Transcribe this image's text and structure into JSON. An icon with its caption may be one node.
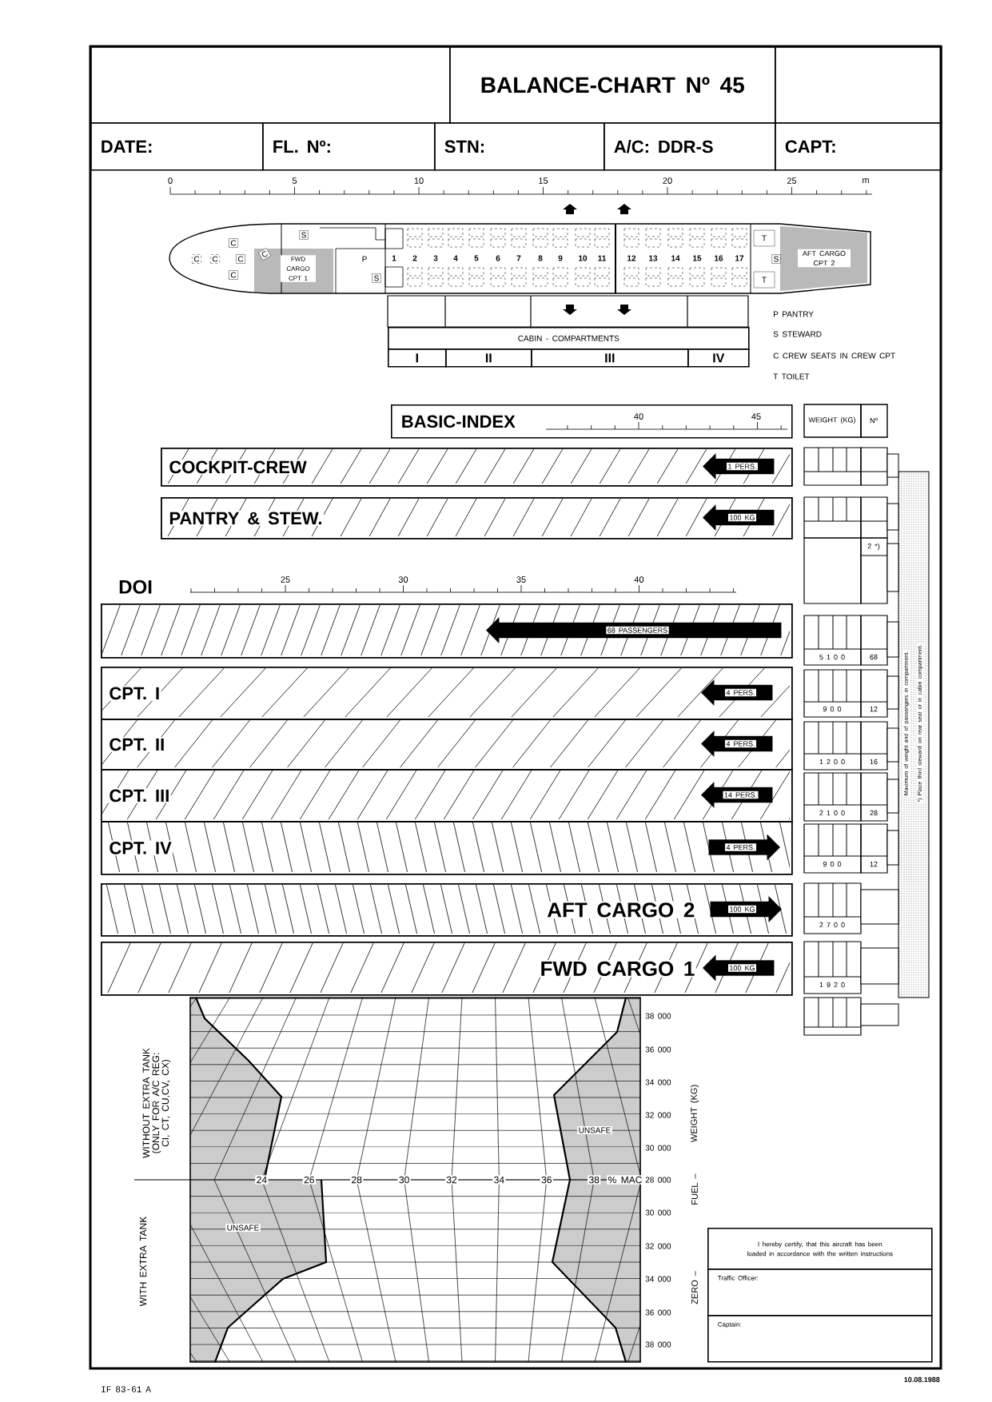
{
  "diagram": {
    "nodes": [
      {
        "text": [],
        "shape": "box"
      },
      {
        "text": [
          "BALANCE-CHART Nº 45"
        ]
      },
      {
        "text": [],
        "shape": "box"
      },
      {
        "text": [
          "DATE:"
        ]
      },
      {
        "text": [
          "FL. Nº:"
        ]
      },
      {
        "text": [
          "STN:"
        ]
      },
      {
        "text": [
          "A/C: DDR-S"
        ]
      },
      {
        "text": [
          "CAPT:"
        ]
      },
      {
        "text": [
          "CABIN - COMPARTMENTS"
        ]
      },
      {
        "text": [
          "I"
        ]
      },
      {
        "text": [
          "II"
        ]
      },
      {
        "text": [
          "III"
        ]
      },
      {
        "text": [
          "IV"
        ]
      },
      {
        "text": [
          "BASIC-INDEX"
        ]
      },
      {
        "text": [
          "COCKPIT-CREW"
        ]
      },
      {
        "text": [
          "1 PERS."
        ],
        "in": 14
      },
      {
        "text": [
          "PANTRY & STEW."
        ]
      },
      {
        "text": [
          "100 KG"
        ],
        "in": 16
      },
      {
        "text": [
          "DOI"
        ]
      },
      {
        "text": [
          "68 PASSENGERS"
        ],
        "in": 18
      },
      {
        "text": [
          "CPT. I"
        ]
      },
      {
        "text": [
          "4 PERS."
        ],
        "in": 20
      },
      {
        "text": [
          "CPT. II"
        ]
      },
      {
        "text": [
          "4 PERS."
        ],
        "in": 22
      },
      {
        "text": [
          "CPT. III"
        ]
      },
      {
        "text": [
          "14 PERS."
        ],
        "in": 24
      },
      {
        "text": [
          "CPT. IV"
        ]
      },
      {
        "text": [
          "4 PERS."
        ],
        "in": 26
      },
      {
        "text": [
          "AFT CARGO 2"
        ]
      },
      {
        "text": [
          "100 KG"
        ],
        "in": 28
      },
      {
        "text": [
          "FWD CARGO 1"
        ]
      },
      {
        "text": [
          "100 KG"
        ],
        "in": 30
      },
      {
        "text": [
          "I hereby certify, that this aircraft has been loaded in accordance with the written instructions"
        ]
      },
      {
        "text": [
          "Traffic Officer:"
        ]
      },
      {
        "text": [
          "Captain:"
        ]
      }
    ],
    "labels": [
      "0",
      "5",
      "10",
      "15",
      "20",
      "25",
      "m",
      "C",
      "S",
      "T",
      "C",
      "C",
      "C",
      "C",
      "FWD CARGO CPT 1",
      "P",
      "1",
      "2",
      "3",
      "4",
      "5",
      "6",
      "7",
      "8",
      "9",
      "10",
      "11",
      "12",
      "13",
      "14",
      "15",
      "16",
      "17",
      "S",
      "AFT CARGO CPT 2",
      "C",
      "S",
      "T",
      "P PANTRY",
      "S STEWARD",
      "C CREW SEATS IN CREW CPT",
      "T TOILET",
      "40",
      "45",
      "25",
      "30",
      "35",
      "40",
      "WEIGHT (KG)",
      "Nº",
      "2 *)",
      "5 1 0 0",
      "68",
      "9 0 0",
      "12",
      "1 2 0 0",
      "16",
      "2 1 0 0",
      "28",
      "9 0 0",
      "12",
      "2 7 0 0",
      "1 9 2 0",
      "Maximum of weight and of passengers in compartment.",
      "*) Place third steward on rear seat or in cabin compartment.",
      "24",
      "26",
      "28",
      "30",
      "32",
      "34",
      "36",
      "38",
      "% MAC",
      "38 000",
      "36 000",
      "34 000",
      "32 000",
      "30 000",
      "28 000",
      "30 000",
      "32 000",
      "34 000",
      "36 000",
      "38 000",
      "UNSAFE",
      "UNSAFE",
      "WITHOUT EXTRA TANK (ONLY FOR A/C REG: CI, CT, CU,CV, CX)",
      "WITH EXTRA TANK",
      "ZERO –",
      "FUEL –",
      "WEIGHT (KG)",
      "IF 83-61 A",
      "10.08.1988"
    ]
  }
}
